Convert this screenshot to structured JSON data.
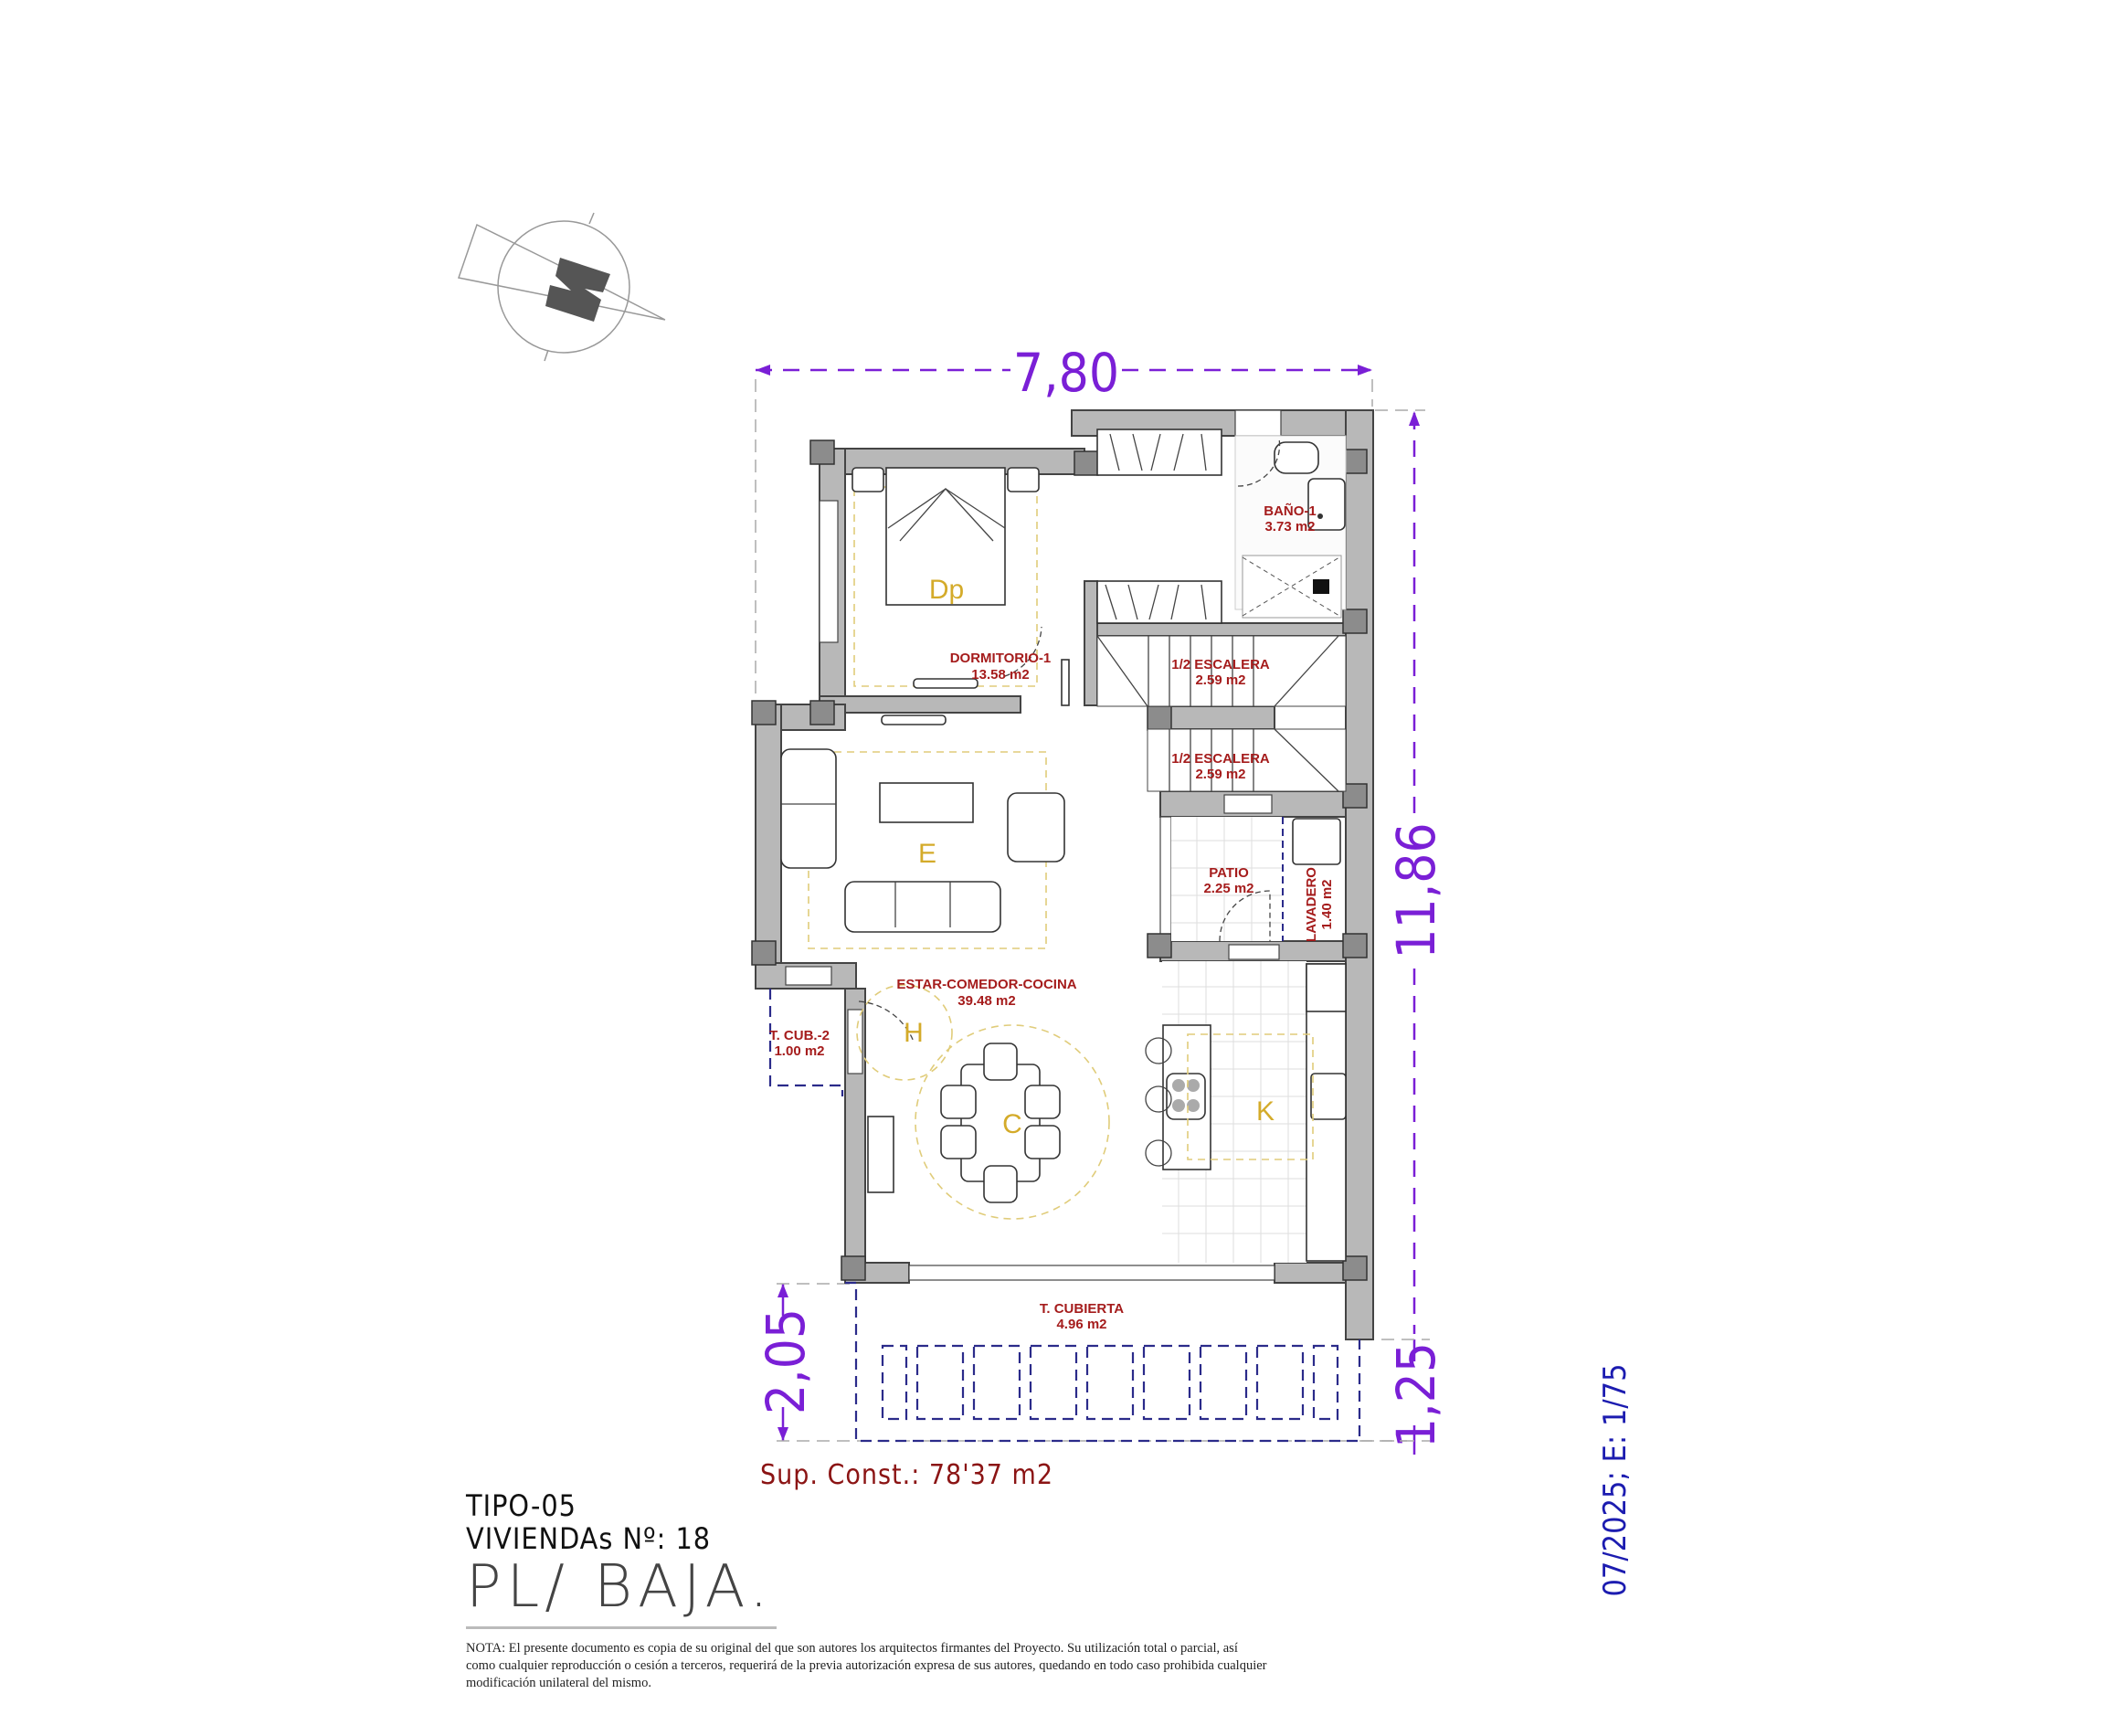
{
  "drawing": {
    "type": "floor-plan",
    "orientation": "north-arrow"
  },
  "dimensions": {
    "width_total": "7,80",
    "depth_total": "11,86",
    "terrace_depth": "2,05",
    "right_offset": "1,25"
  },
  "rooms": [
    {
      "id": "dormitorio-1",
      "name": "DORMITORIO-1",
      "area": "13.58 m2",
      "zone": "Dp"
    },
    {
      "id": "bano-1",
      "name": "BAÑO-1",
      "area": "3.73 m2"
    },
    {
      "id": "escalera-upper",
      "name": "1/2 ESCALERA",
      "area": "2.59 m2"
    },
    {
      "id": "escalera-lower",
      "name": "1/2 ESCALERA",
      "area": "2.59 m2"
    },
    {
      "id": "patio",
      "name": "PATIO",
      "area": "2.25 m2"
    },
    {
      "id": "lavadero",
      "name": "LAVADERO",
      "area": "1.40 m2"
    },
    {
      "id": "estar-comedor-cocina",
      "name": "ESTAR-COMEDOR-COCINA",
      "area": "39.48 m2"
    },
    {
      "id": "t-cub-2",
      "name": "T. CUB.-2",
      "area": "1.00 m2"
    },
    {
      "id": "t-cubierta",
      "name": "T. CUBIERTA",
      "area": "4.96 m2"
    }
  ],
  "zones": {
    "dp": "Dp",
    "e": "E",
    "h": "H",
    "c": "C",
    "k": "K"
  },
  "summary": {
    "sup_const": "Sup. Const.: 78'37 m2"
  },
  "title_block": {
    "tipo": "TIPO-05",
    "viviendas": "VIVIENDAs Nº: 18",
    "planta": "PL/ BAJA."
  },
  "stamp": {
    "date_scale": "07/2025; E: 1/75"
  },
  "nota": "NOTA: El presente documento es copia de su original del que son autores los arquitectos firmantes del Proyecto. Su utilización total o parcial, así como cualquier reproducción o cesión a terceros, requerirá  de la previa autorización expresa de sus autores, quedando en todo caso prohibida cualquier modificación unilateral del mismo.",
  "colors": {
    "dimension": "#7a1fd6",
    "room_label": "#a51c1c",
    "zone_letter": "#d4ab2a",
    "wall": "#b8b8b8",
    "stamp": "#1c1cb0",
    "terrace_dash": "#2b2b8a"
  }
}
